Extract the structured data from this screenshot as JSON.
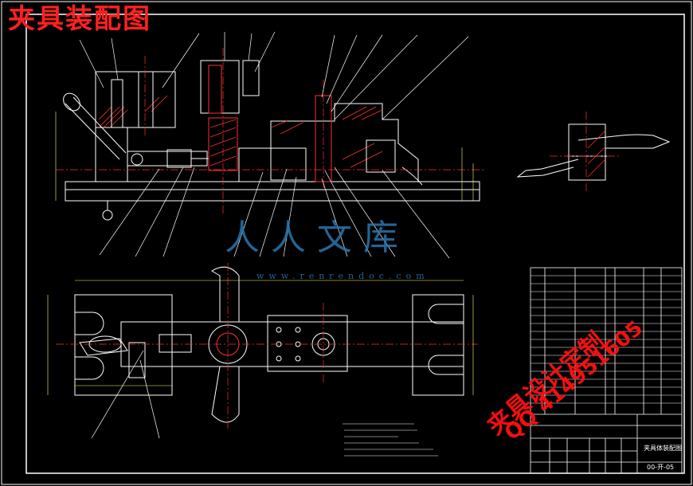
{
  "drawing": {
    "title_overlay": "夹具装配图",
    "watermark_site": "www.renrendoc.com",
    "watermark_logo_text": "人人文库",
    "watermark_red_1": "夹具设计定制",
    "watermark_red_2": "QQ 414951605",
    "title_block": {
      "drawing_name": "夹具体装配图",
      "drawing_number": "00-开-05"
    }
  },
  "colors": {
    "background": "#000000",
    "line": "#ffffff",
    "section": "#ff3030",
    "center": "#ff3030",
    "dimension": "#ffff60",
    "watermark_red": "#ff1010",
    "watermark_blue": "#2b76b0"
  }
}
